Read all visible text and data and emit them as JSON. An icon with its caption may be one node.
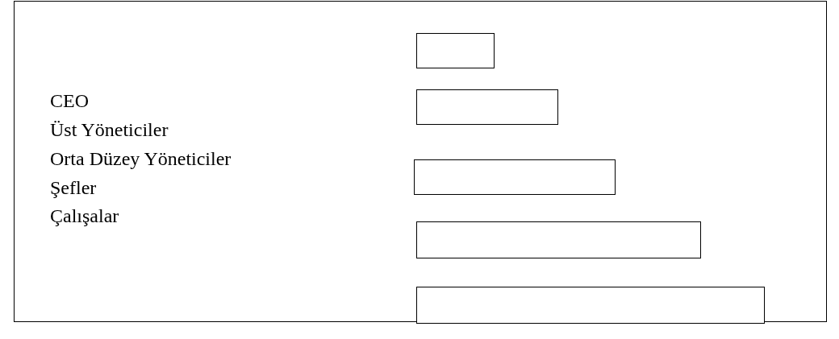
{
  "diagram": {
    "nodes": [
      {
        "text": [],
        "shape": "box"
      },
      {
        "text": [],
        "shape": "bar",
        "in": 0
      },
      {
        "text": [],
        "shape": "bar",
        "in": 0
      },
      {
        "text": [],
        "shape": "bar",
        "in": 0
      },
      {
        "text": [],
        "shape": "bar",
        "in": 0
      },
      {
        "text": [],
        "shape": "bar",
        "in": 0
      }
    ],
    "edges": [],
    "labels": [
      "CEO",
      "Üst Yöneticiler",
      "Orta Düzey Yöneticiler",
      "Şefler",
      "Çalışalar"
    ]
  }
}
